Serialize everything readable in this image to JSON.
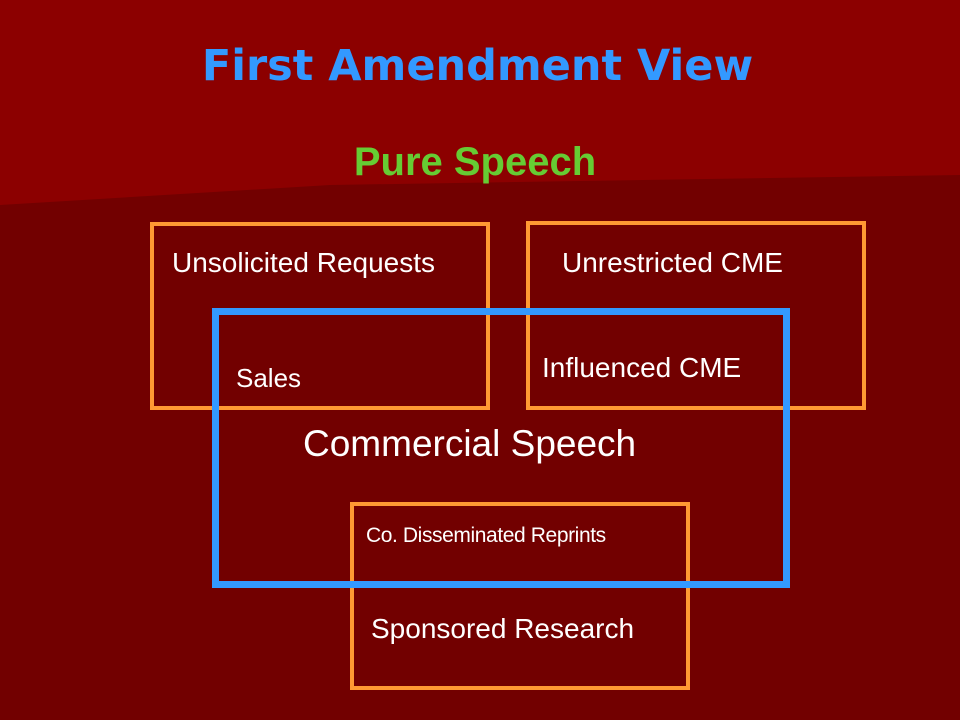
{
  "title": "First Amendment View",
  "subtitle": "Pure Speech",
  "colors": {
    "background": "#720000",
    "background_highlight": "#8c0000",
    "title": "#3399ff",
    "subtitle": "#66cc33",
    "orange_box": "#ff9933",
    "blue_box": "#3399ff",
    "label_text": "#ffffff"
  },
  "labels": {
    "unsolicited_requests": "Unsolicited Requests",
    "unrestricted_cme": "Unrestricted CME",
    "sales": "Sales",
    "influenced_cme": "Influenced CME",
    "commercial_speech": "Commercial Speech",
    "co_disseminated_reprints": "Co. Disseminated Reprints",
    "sponsored_research": "Sponsored Research"
  }
}
